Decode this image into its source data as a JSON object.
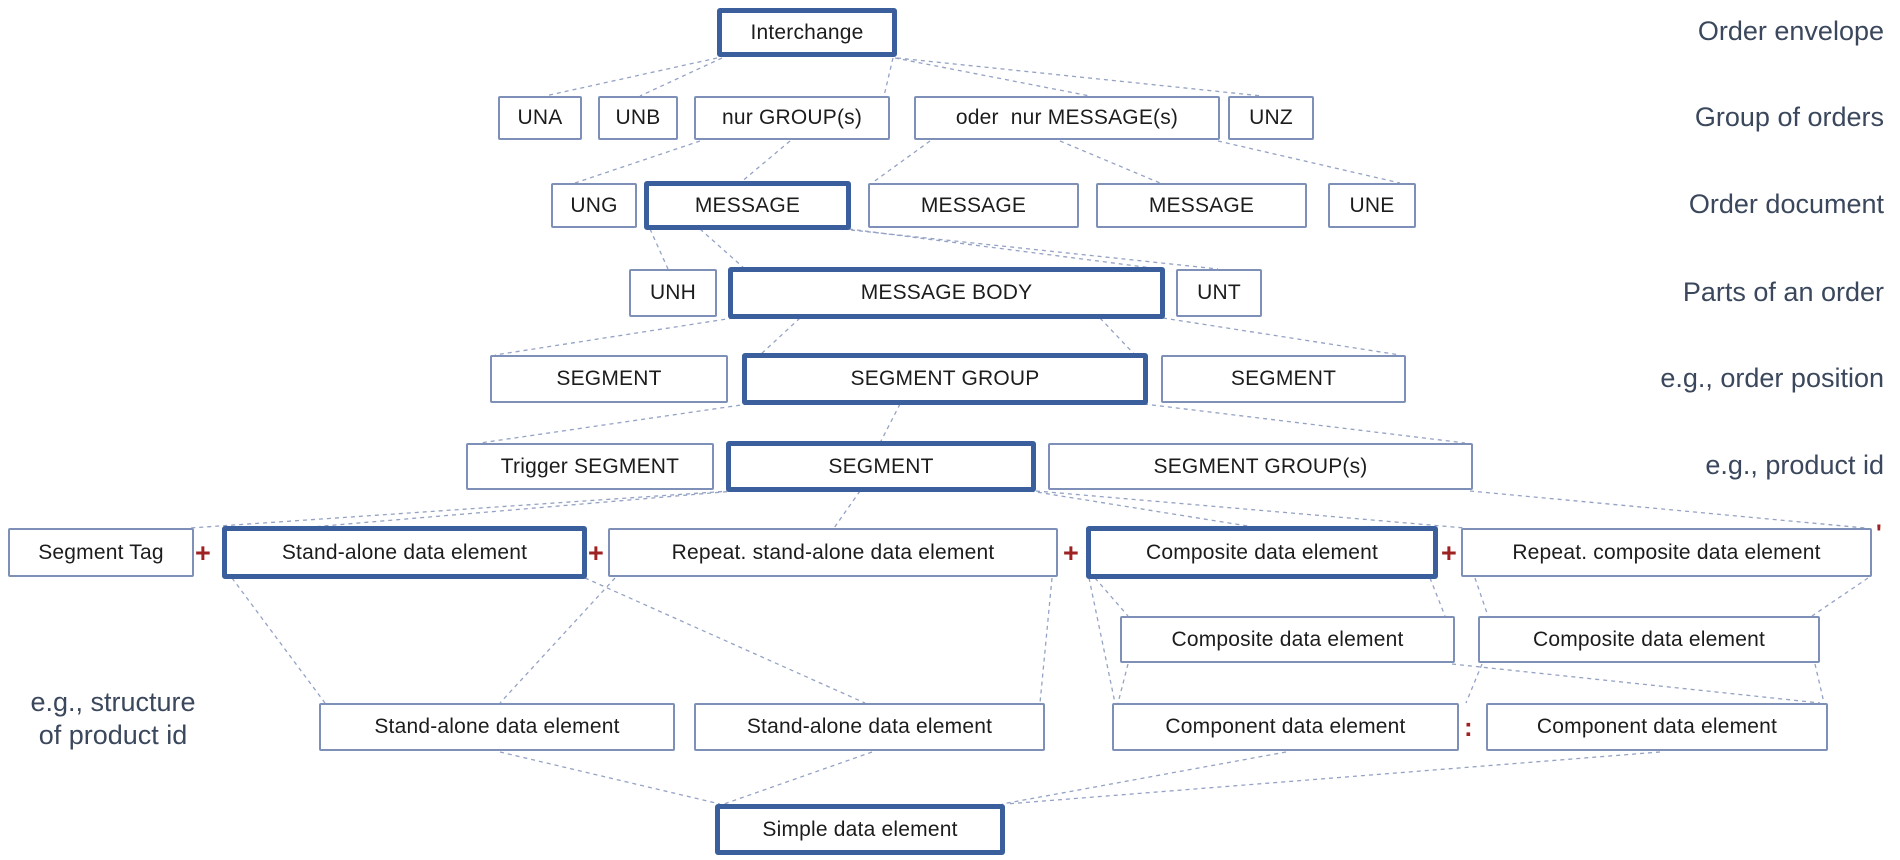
{
  "boxes": {
    "interchange": "Interchange",
    "una": "UNA",
    "unb": "UNB",
    "nur_groups": "nur GROUP(s)",
    "oder_nur_messages": "oder  nur MESSAGE(s)",
    "unz": "UNZ",
    "ung": "UNG",
    "message_1": "MESSAGE",
    "message_2": "MESSAGE",
    "message_3": "MESSAGE",
    "une": "UNE",
    "unh": "UNH",
    "message_body": "MESSAGE BODY",
    "unt": "UNT",
    "segment_left": "SEGMENT",
    "segment_group": "SEGMENT GROUP",
    "segment_right": "SEGMENT",
    "trigger_segment": "Trigger SEGMENT",
    "segment_center": "SEGMENT",
    "segment_groups": "SEGMENT GROUP(s)",
    "segment_tag": "Segment Tag",
    "standalone": "Stand-alone data element",
    "repeat_standalone": "Repeat. stand-alone data element",
    "composite": "Composite data element",
    "repeat_composite": "Repeat. composite data element",
    "composite_sub_1": "Composite data element",
    "composite_sub_2": "Composite data element",
    "standalone_sub_1": "Stand-alone data element",
    "standalone_sub_2": "Stand-alone data element",
    "component_1": "Component data element",
    "component_2": "Component data element",
    "simple": "Simple data element"
  },
  "separators": {
    "plus": "+",
    "colon": ":",
    "terminator": "'"
  },
  "right_labels": [
    "Order envelope",
    "Group of orders",
    "Order document",
    "Parts of an order",
    "e.g., order position",
    "e.g., product id"
  ],
  "left_label": {
    "line1": "e.g., structure",
    "line2": "of product id"
  },
  "colors": {
    "thick_border": "#3a5f9c",
    "thin_border": "#7e90b8",
    "dashed_line": "#94a2c4",
    "label_text": "#3a475c",
    "red_symbol": "#9e2222",
    "box_text": "#1c1c1c"
  }
}
